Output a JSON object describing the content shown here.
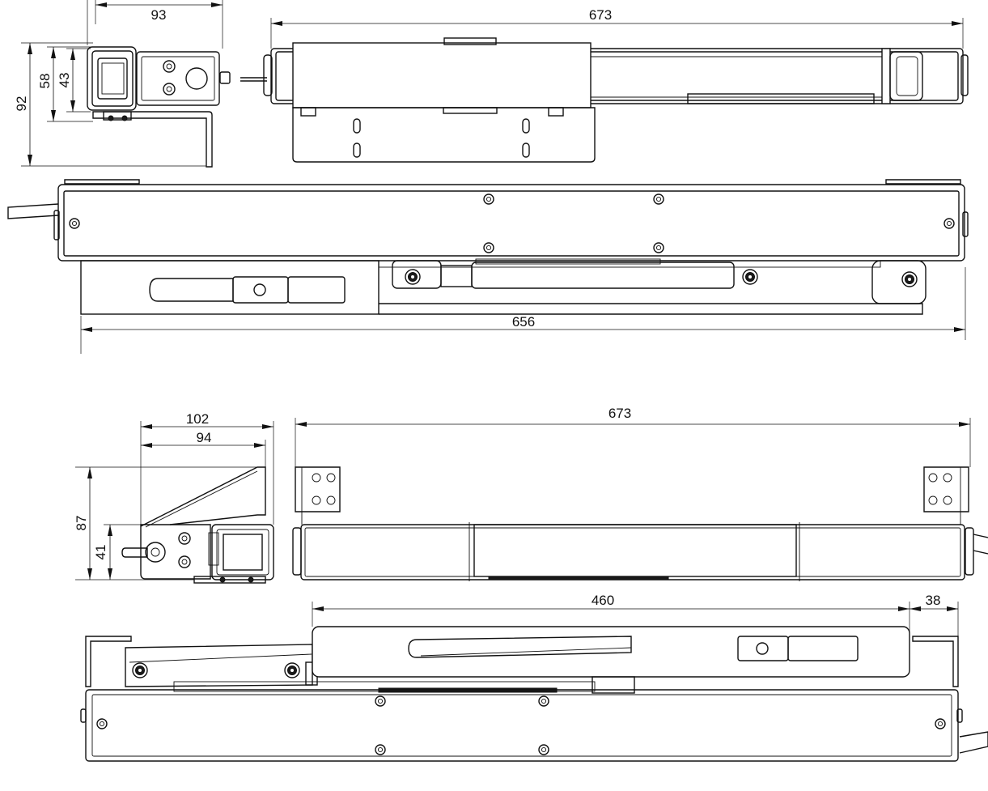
{
  "views": [
    {
      "id": "top-side-view",
      "dimensions": {
        "width": "93",
        "height_total": "92",
        "height_mid": "58",
        "height_inner": "43"
      }
    },
    {
      "id": "top-front-view",
      "dimensions": {
        "length": "673"
      }
    },
    {
      "id": "top-plan-view",
      "dimensions": {
        "length": "656"
      }
    },
    {
      "id": "bottom-side-view",
      "dimensions": {
        "width_total": "102",
        "width_inner": "94",
        "height_total": "87",
        "height_inner": "41"
      }
    },
    {
      "id": "bottom-front-view",
      "dimensions": {
        "length": "673"
      }
    },
    {
      "id": "bottom-plan-view",
      "dimensions": {
        "stroke": "460",
        "offset": "38"
      }
    }
  ]
}
